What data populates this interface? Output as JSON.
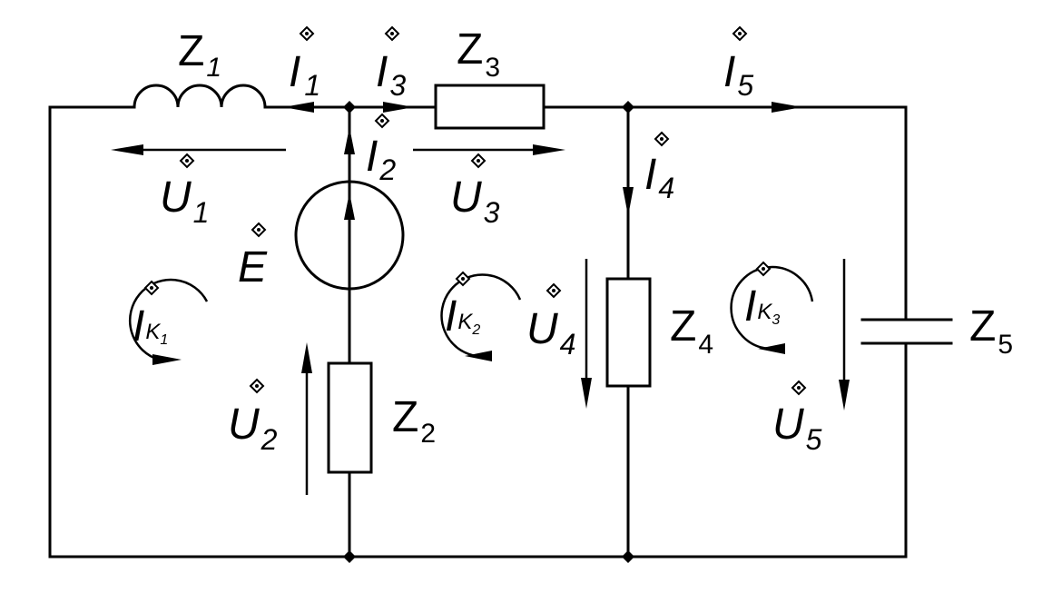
{
  "diagram": {
    "impedances": [
      {
        "name": "Z",
        "sub": "1"
      },
      {
        "name": "Z",
        "sub": "3"
      },
      {
        "name": "Z",
        "sub": "2"
      },
      {
        "name": "Z",
        "sub": "4"
      },
      {
        "name": "Z",
        "sub": "5"
      }
    ],
    "currents": [
      {
        "name": "I",
        "sub": "1"
      },
      {
        "name": "I",
        "sub": "3"
      },
      {
        "name": "I",
        "sub": "5"
      },
      {
        "name": "I",
        "sub": "2"
      },
      {
        "name": "I",
        "sub": "4"
      }
    ],
    "voltages": [
      {
        "name": "U",
        "sub": "1"
      },
      {
        "name": "U",
        "sub": "3"
      },
      {
        "name": "U",
        "sub": "2"
      },
      {
        "name": "U",
        "sub": "4"
      },
      {
        "name": "U",
        "sub": "5"
      }
    ],
    "source": {
      "name": "E"
    },
    "loop_currents": [
      {
        "name": "I",
        "sub": "K",
        "subsub": "1"
      },
      {
        "name": "I",
        "sub": "K",
        "subsub": "2"
      },
      {
        "name": "I",
        "sub": "K",
        "subsub": "3"
      }
    ]
  }
}
